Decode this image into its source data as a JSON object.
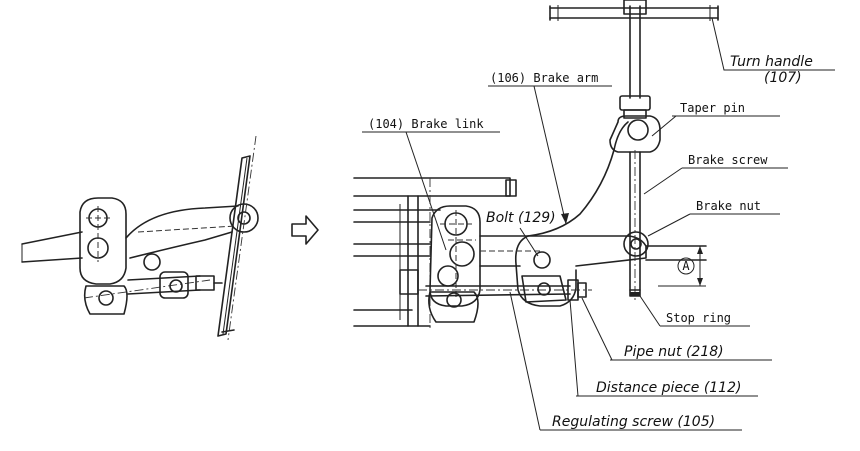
{
  "labels": {
    "brake_arm": "(106) Brake arm",
    "brake_link": "(104) Brake link",
    "bolt": "Bolt (129)",
    "turn_handle": "Turn handle",
    "turn_handle_no": "(107)",
    "taper_pin": "Taper pin",
    "brake_screw": "Brake screw",
    "brake_nut": "Brake nut",
    "stop_ring": "Stop ring",
    "pipe_nut": "Pipe nut (218)",
    "distance_piece": "Distance piece (112)",
    "regulating_screw": "Regulating screw (105)",
    "dimension_mark": "A"
  },
  "icons": {
    "transition_arrow": "outline-right-arrow"
  }
}
